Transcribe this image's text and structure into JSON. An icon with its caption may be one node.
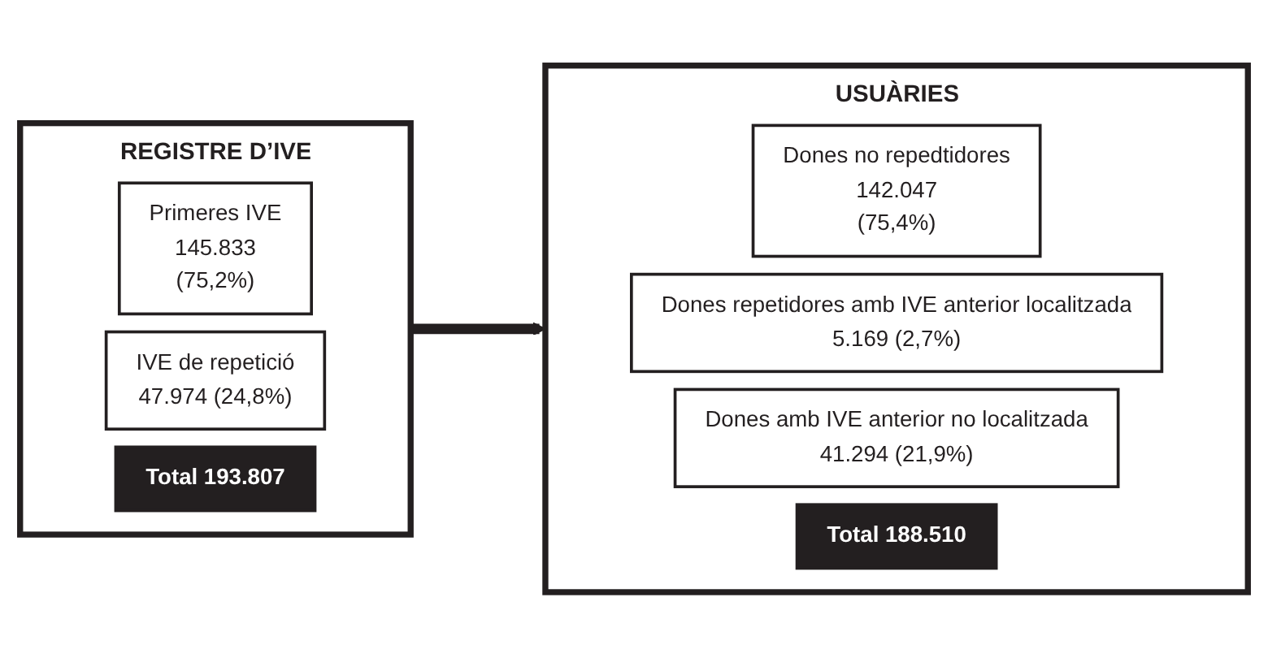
{
  "diagram": {
    "nodes": [
      {
        "text": [
          "REGISTRE D’IVE"
        ]
      },
      {
        "text": [
          "Primeres IVE",
          "145.833",
          "(75,2%)"
        ],
        "in": 0
      },
      {
        "text": [
          "IVE de repetició",
          "47.974 (24,8%)"
        ],
        "in": 0
      },
      {
        "text": [
          "Total 193.807"
        ],
        "in": 0
      },
      {
        "text": [
          "USUÀRIES"
        ]
      },
      {
        "text": [
          "Dones no repedtidores",
          "142.047",
          "(75,4%)"
        ],
        "in": 4
      },
      {
        "text": [
          "Dones repetidores amb IVE anterior localitzada",
          "5.169 (2,7%)"
        ],
        "in": 4
      },
      {
        "text": [
          "Dones amb IVE anterior no localitzada",
          "41.294 (21,9%)"
        ],
        "in": 4
      },
      {
        "text": [
          "Total 188.510"
        ],
        "in": 4
      }
    ],
    "edges": [
      {
        "from": 0,
        "to": 4,
        "arrow": "to"
      }
    ]
  }
}
